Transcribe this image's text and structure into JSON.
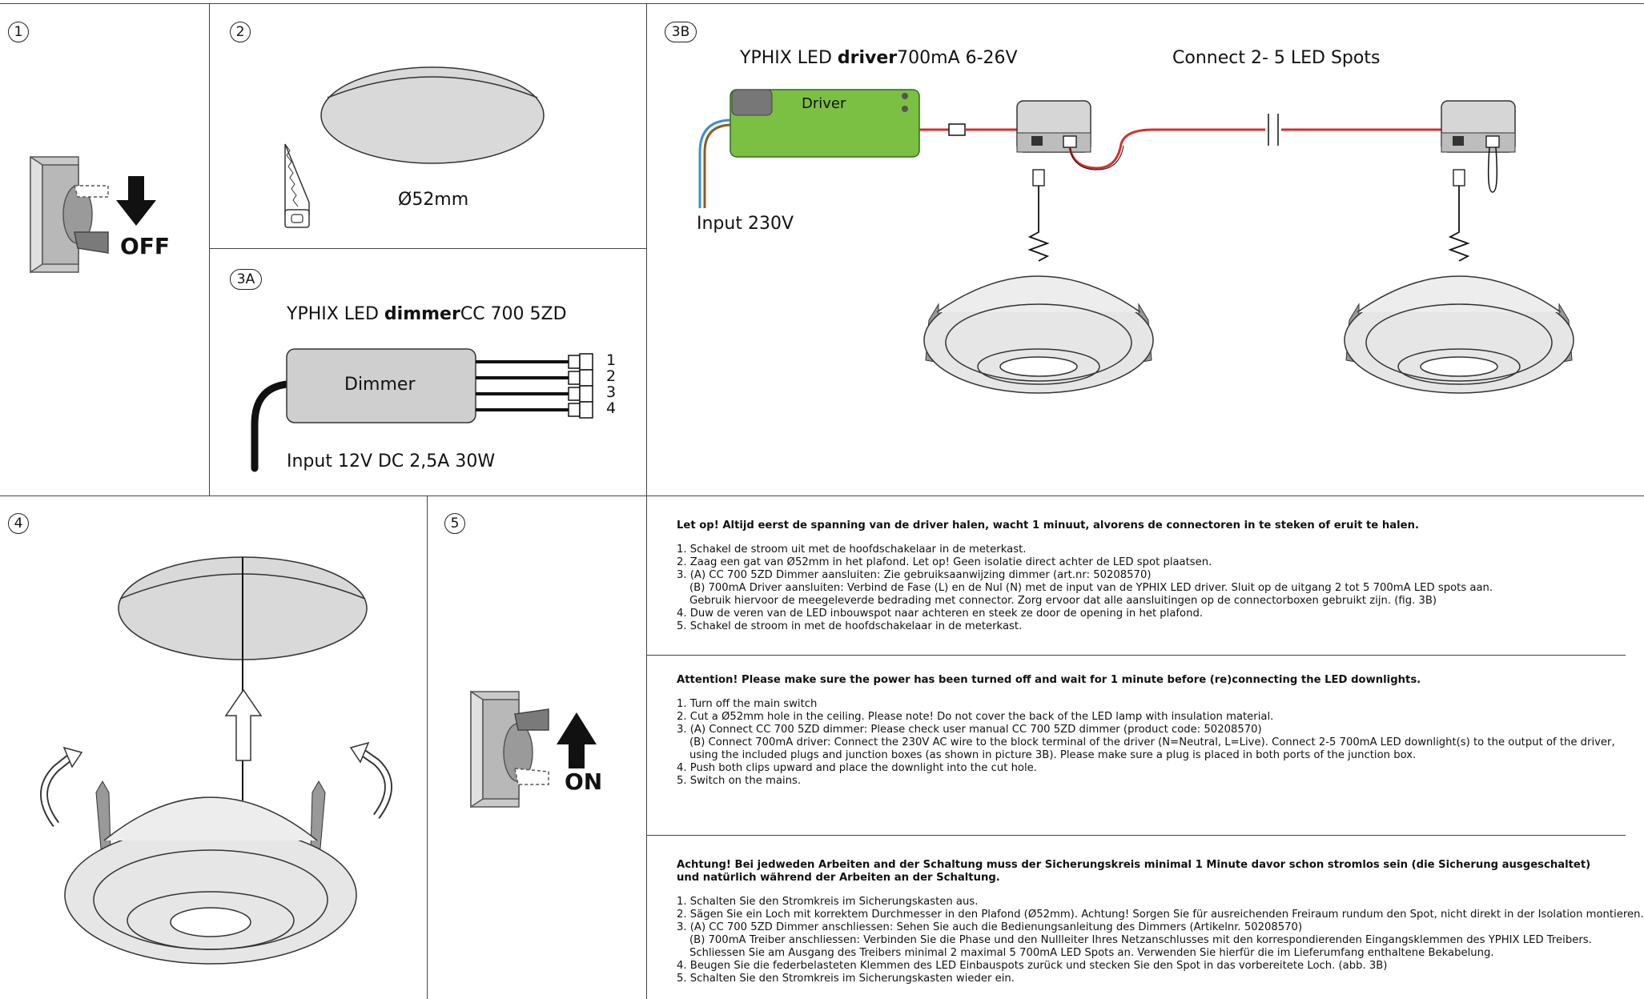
{
  "steps": {
    "s1": "1",
    "s2": "2",
    "s3a": "3A",
    "s3b": "3B",
    "s4": "4",
    "s5": "5"
  },
  "switch_off": "OFF",
  "switch_on": "ON",
  "hole_diameter": "Ø52mm",
  "dimmer": {
    "title_prefix": "YPHIX LED ",
    "title_bold": "dimmer",
    "title_suffix": " CC 700 5ZD",
    "box_label": "Dimmer",
    "outputs": [
      "1",
      "2",
      "3",
      "4"
    ],
    "input": "Input 12V DC 2,5A 30W"
  },
  "driver": {
    "title_prefix": "YPHIX LED ",
    "title_bold": "driver",
    "title_suffix": " 700mA 6-26V",
    "box_label": "Driver",
    "input": "Input 230V",
    "connect": "Connect 2- 5 LED Spots"
  },
  "instructions": {
    "nl": {
      "heading": "Let op! Altijd eerst de spanning van de driver halen, wacht 1 minuut, alvorens de connectoren in te steken of eruit te halen.",
      "lines": [
        "1. Schakel de stroom uit met de hoofdschakelaar in de meterkast.",
        "2. Zaag een gat van Ø52mm in het plafond. Let op! Geen isolatie direct achter de LED spot plaatsen.",
        "3. (A) CC 700 5ZD Dimmer aansluiten: Zie gebruiksaanwijzing dimmer (art.nr: 50208570)",
        "    (B) 700mA Driver aansluiten: Verbind de Fase (L) en de Nul (N) met de input van de YPHIX LED driver. Sluit op de uitgang 2 tot 5 700mA LED spots aan.",
        "    Gebruik hiervoor de meegeleverde bedrading met connector. Zorg ervoor dat alle aansluitingen op de connectorboxen gebruikt zijn. (fig. 3B)",
        "4. Duw de veren van de LED inbouwspot naar achteren en steek ze door de opening in het plafond.",
        "5. Schakel de stroom in met de hoofdschakelaar in de meterkast."
      ]
    },
    "en": {
      "heading": "Attention! Please make sure the power has been turned off and wait for 1 minute before (re)connecting the LED downlights.",
      "lines": [
        "1. Turn off the main switch",
        "2. Cut a Ø52mm hole in the ceiling. Please note! Do not cover the back of the LED lamp with insulation material.",
        "3. (A) Connect CC 700 5ZD dimmer: Please check user manual CC 700 5ZD dimmer (product code: 50208570)",
        "    (B) Connect 700mA driver: Connect the 230V AC wire to the block terminal of the driver (N=Neutral, L=Live). Connect 2-5 700mA LED downlight(s) to the output of the driver,",
        "    using the included plugs and junction boxes (as shown in picture 3B). Please make sure a plug is placed in both ports of the junction box.",
        "4. Push both clips upward and place the downlight into the cut hole.",
        "5. Switch on the mains."
      ]
    },
    "de": {
      "heading1": "Achtung! Bei jedweden Arbeiten and der Schaltung muss der Sicherungskreis minimal 1 Minute davor schon stromlos sein (die Sicherung ausgeschaltet)",
      "heading2": "und natürlich während der Arbeiten an der Schaltung.",
      "lines": [
        "1. Schalten Sie den Stromkreis im Sicherungskasten aus.",
        "2. Sägen Sie ein Loch mit korrektem Durchmesser in den Plafond (Ø52mm). Achtung! Sorgen Sie für ausreichenden Freiraum rundum den Spot, nicht direkt in der Isolation montieren.",
        "3. (A) CC 700 5ZD Dimmer anschliessen: Sehen Sie auch die Bedienungsanleitung des Dimmers (Artikelnr. 50208570)",
        "    (B) 700mA Treiber anschliessen: Verbinden Sie die Phase und den Nullleiter Ihres Netzanschlusses mit den korrespondierenden Eingangsklemmen des YPHIX LED Treibers.",
        "    Schliessen Sie am Ausgang des Treibers minimal 2 maximal 5 700mA LED Spots an. Verwenden Sie hierfür die im Lieferumfang enthaltene Bekabelung.",
        "4. Beugen Sie die federbelasteten Klemmen des LED Einbauspots zurück und stecken Sie den Spot in das vorbereitete Loch. (abb. 3B)",
        "5. Schalten Sie den Stromkreis im Sicherungskasten wieder ein."
      ]
    }
  },
  "colors": {
    "driver_green": "#7bc043",
    "wire_red": "#d32f2f",
    "wire_blue": "#3a8fd6",
    "wire_brown": "#8b5a2b",
    "grey": "#cfcfcf"
  }
}
